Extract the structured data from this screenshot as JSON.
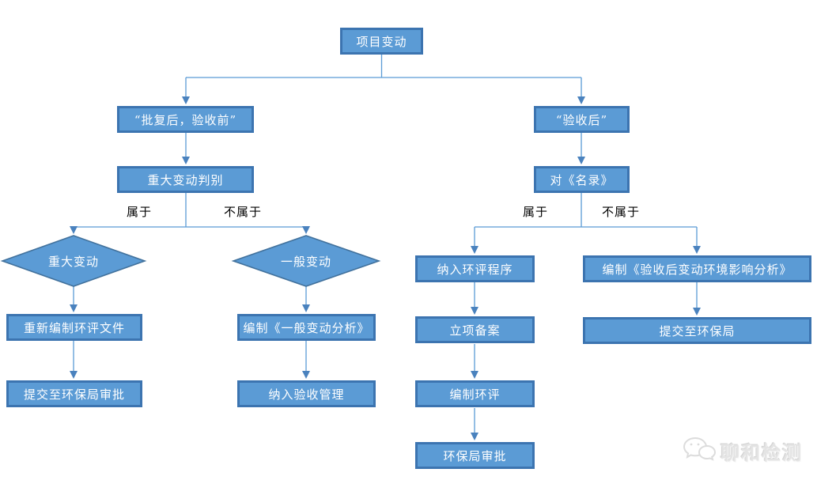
{
  "diagram": {
    "nodes": {
      "root": "项目变动",
      "branch_left": "“批复后，验收前”",
      "branch_right": "“验收后”",
      "major_change_discrimination": "重大变动判别",
      "catalog_reference": "对《名录》",
      "diamond_major_change": "重大变动",
      "diamond_general_change": "一般变动",
      "recompile_eia_document": "重新编制环评文件",
      "submit_epb_approval": "提交至环保局审批",
      "general_change_analysis": "编制《一般变动分析》",
      "acceptance_management": "纳入验收管理",
      "eia_procedure": "纳入环评程序",
      "project_filing": "立项备案",
      "compile_eia": "编制环评",
      "epb_approval": "环保局审批",
      "post_acceptance_change_analysis": "编制《验收后变动环境影响分析》",
      "submit_to_epb": "提交至环保局"
    },
    "edge_labels": {
      "left_belongs": "属于",
      "left_not_belongs": "不属于",
      "right_belongs": "属于",
      "right_not_belongs": "不属于"
    },
    "colors": {
      "node_fill": "#5B9BD5",
      "node_border": "#3C74B0",
      "connector": "#5B9BD5",
      "arrowhead": "#4A82BE",
      "node_text": "#FFFFFF",
      "edge_label_text": "#000000",
      "background": "#FFFFFF",
      "watermark": "#E4E4E4"
    },
    "watermark": {
      "text": "聊和检测"
    }
  }
}
